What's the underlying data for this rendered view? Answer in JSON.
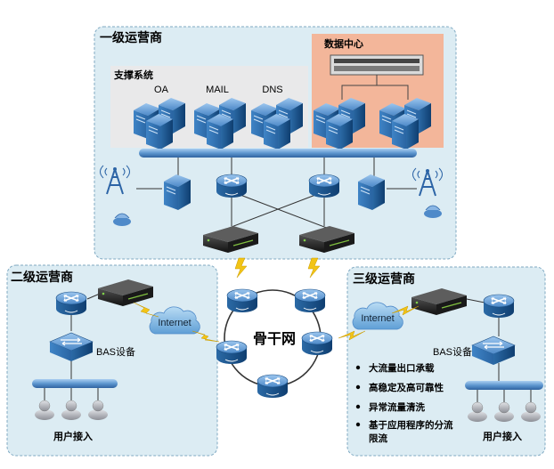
{
  "tier1": {
    "title": "一级运营商",
    "support": {
      "title": "支撑系统",
      "items": [
        "OA",
        "MAIL",
        "DNS"
      ]
    },
    "datacenter": {
      "title": "数据中心"
    }
  },
  "tier2": {
    "title": "二级运营商",
    "bas_label": "BAS设备",
    "user_label": "用户接入",
    "cloud_label": "Internet"
  },
  "tier3": {
    "title": "三级运营商",
    "bas_label": "BAS设备",
    "user_label": "用户接入",
    "cloud_label": "Internet",
    "features": [
      "大流量出口承载",
      "高稳定及高可靠性",
      "异常流量清洗",
      "基于应用程序的分流",
      "限流"
    ]
  },
  "backbone": {
    "label": "骨干网"
  },
  "colors": {
    "panel_fill": "#dcecf3",
    "panel_border": "#7fa9c2",
    "support_fill": "#e9e9ea",
    "datacenter_fill": "#f3b69a",
    "server": "#2f6da4",
    "bus": "#5f95c9",
    "lightning": "#f2c416",
    "firewall": "#2a2a2a"
  }
}
